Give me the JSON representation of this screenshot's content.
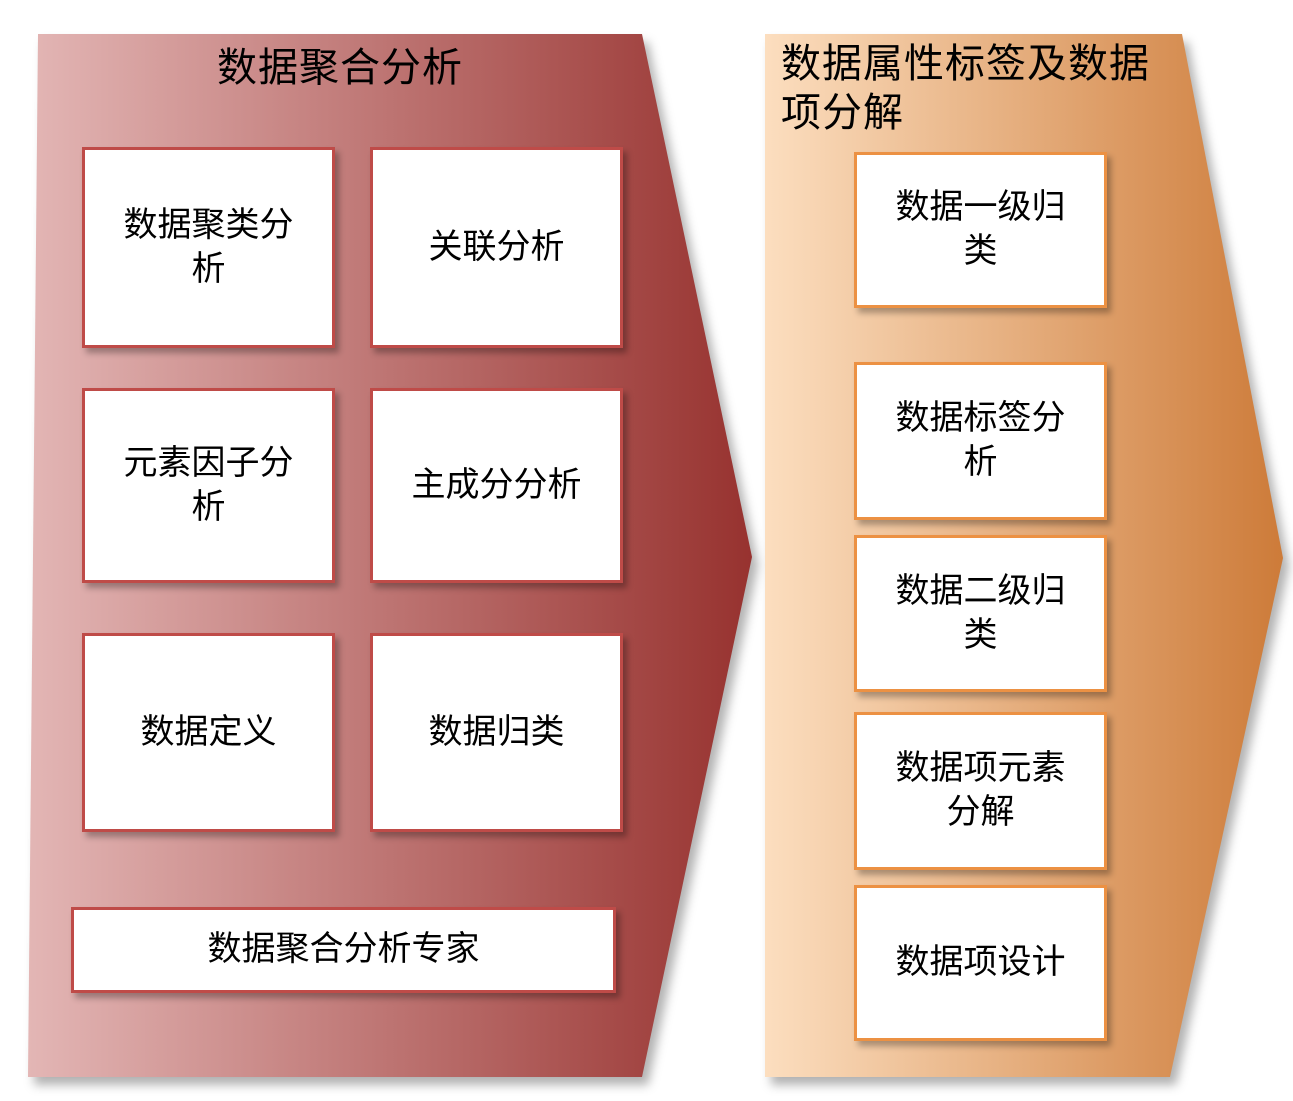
{
  "colors": {
    "left_start": "#e3b6b5",
    "left_end": "#97322f",
    "left_border": "#bf4b48",
    "right_start": "#fcdebf",
    "right_end": "#cd7b39",
    "right_border": "#ec9143",
    "text": "#000000"
  },
  "left_panel": {
    "title": "数据聚合分析",
    "boxes": [
      {
        "label": "数据聚类分\n析"
      },
      {
        "label": "关联分析"
      },
      {
        "label": "元素因子分\n析"
      },
      {
        "label": "主成分分析"
      },
      {
        "label": "数据定义"
      },
      {
        "label": "数据归类"
      }
    ],
    "footer_box": {
      "label": "数据聚合分析专家"
    }
  },
  "right_panel": {
    "title": "数据属性标签及数据\n项分解",
    "boxes": [
      {
        "label": "数据一级归\n类"
      },
      {
        "label": "数据标签分\n析"
      },
      {
        "label": "数据二级归\n类"
      },
      {
        "label": "数据项元素\n分解"
      },
      {
        "label": "数据项设计"
      }
    ]
  }
}
